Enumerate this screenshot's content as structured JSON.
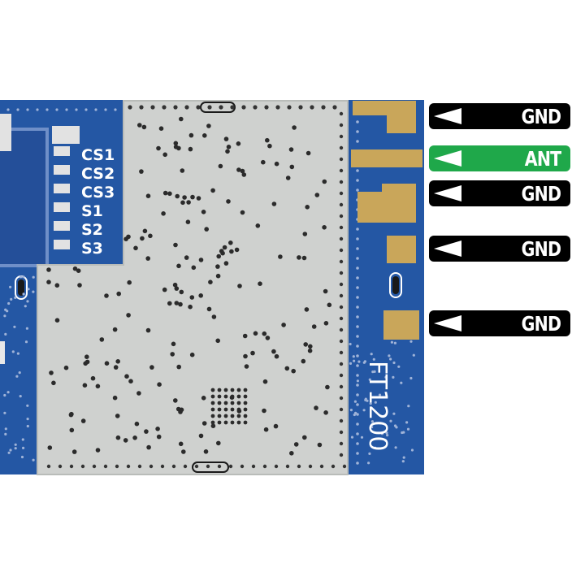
{
  "colors": {
    "pcb_blue": "#2457a4",
    "shield_silver": "#cfd1cf",
    "pad_gold": "#c9a65a",
    "label_black": "#000000",
    "label_green": "#1fa84a"
  },
  "silkscreen": {
    "pins": [
      "CS1",
      "CS2",
      "CS3",
      "S1",
      "S2",
      "S3"
    ],
    "model": "FT1200"
  },
  "pin_labels": [
    {
      "text": "GND",
      "color": "#000000"
    },
    {
      "text": "ANT",
      "color": "#1fa84a"
    },
    {
      "text": "GND",
      "color": "#000000"
    },
    {
      "text": "GND",
      "color": "#000000"
    },
    {
      "text": "GND",
      "color": "#000000"
    }
  ],
  "icons": {
    "pin_arrow": "arrow-left-icon"
  }
}
